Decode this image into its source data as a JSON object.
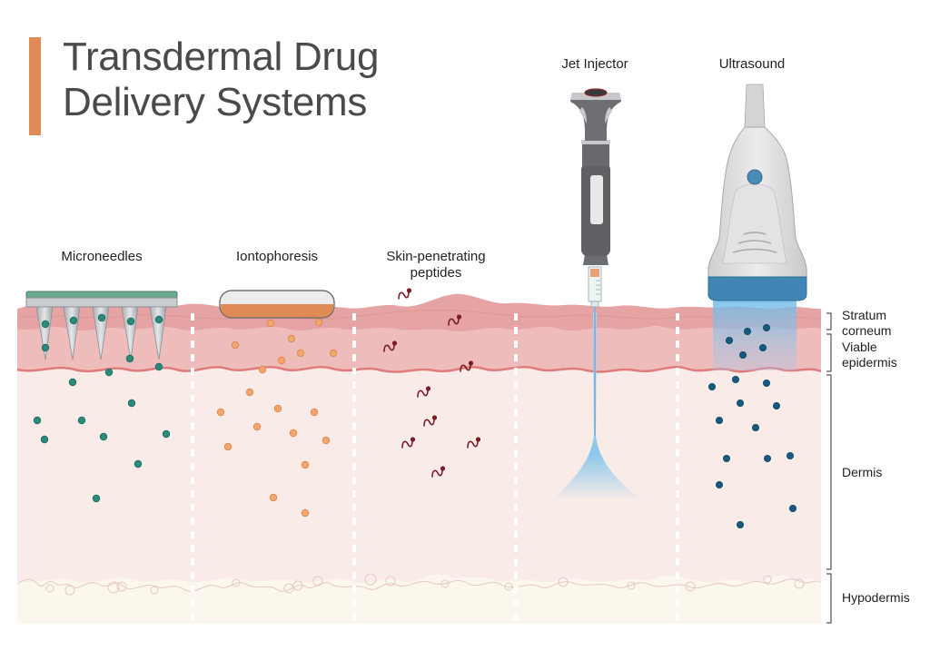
{
  "title": {
    "line1": "Transdermal Drug",
    "line2": "Delivery Systems",
    "accent_color": "#e08a55"
  },
  "methods": [
    {
      "id": "microneedles",
      "label": "Microneedles",
      "particle_color": "#2a8a7c"
    },
    {
      "id": "iontophoresis",
      "label": "Iontophoresis",
      "particle_color": "#f2a66e"
    },
    {
      "id": "peptides",
      "label_line1": "Skin-penetrating",
      "label_line2": "peptides",
      "particle_color": "#7a1c24"
    },
    {
      "id": "jet-injector",
      "label": "Jet Injector",
      "particle_color": "#8fc7e8"
    },
    {
      "id": "ultrasound",
      "label": "Ultrasound",
      "particle_color": "#16597e"
    }
  ],
  "skin_layers": [
    {
      "line1": "Stratum",
      "line2": "corneum",
      "color": "#e6a3a3"
    },
    {
      "line1": "Viable",
      "line2": "epidermis",
      "color": "#efbcbc"
    },
    {
      "line1": "Dermis",
      "color": "#f9ece8"
    },
    {
      "line1": "Hypodermis",
      "color": "#fbf7ec"
    }
  ]
}
